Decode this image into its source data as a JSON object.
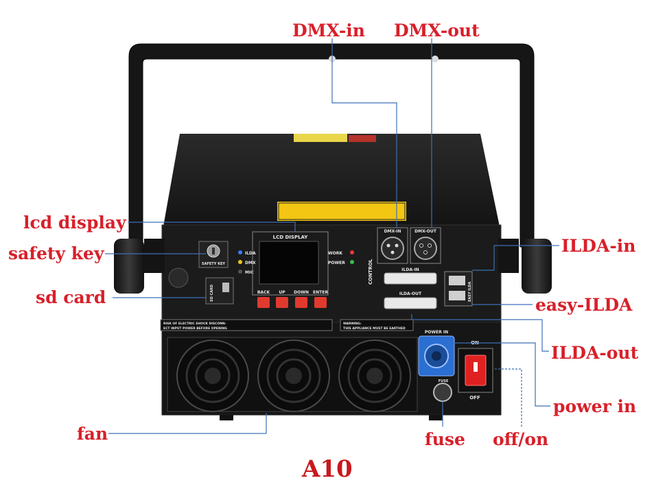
{
  "callouts": {
    "dmx_in": "DMX-in",
    "dmx_out": "DMX-out",
    "lcd_display": "lcd display",
    "safety_key": "safety key",
    "sd_card": "sd  card",
    "ilda_in": "ILDA-in",
    "easy_ilda": "easy-ILDA",
    "ilda_out": "ILDA-out",
    "power_in": "power in",
    "fan": "fan",
    "fuse": "fuse",
    "off_on": "off/on"
  },
  "model": "A10",
  "panel_labels": {
    "lcd_display": "LCD DISPLAY",
    "safety_key": "SAFETY KEY",
    "sd_card": "SD CARD",
    "ilda": "ILDA",
    "dmx": "DMX",
    "mic": "MIC",
    "work": "WORK",
    "power": "POWER",
    "btn_back": "BACK",
    "btn_up": "UP",
    "btn_down": "DOWN",
    "btn_enter": "ENTER",
    "control": "CONTROL",
    "dmx_in": "DMX-IN",
    "dmx_out": "DMX-OUT",
    "ilda_in": "ILDA-IN",
    "ilda_out": "ILDA-OUT",
    "easy_ilda": "EASY ILDA",
    "power_in": "POWER IN",
    "fuse": "FUSE",
    "on": "ON",
    "off": "OFF",
    "warning_left": "RISK OF ELECTRIC SHOCK DISCONN-",
    "warning_left2": "ECT INPUT POWER BEFORE OPENING",
    "warning_right": "WARNING:",
    "warning_right2": "THIS APPLIANCE MUST BE EARTHED"
  },
  "colors": {
    "callout": "#d8202a",
    "chassis": "#1c1c1c",
    "accent_red": "#d8202a",
    "power_blue": "#2a6fd1",
    "label_yellow": "#f3c614"
  }
}
